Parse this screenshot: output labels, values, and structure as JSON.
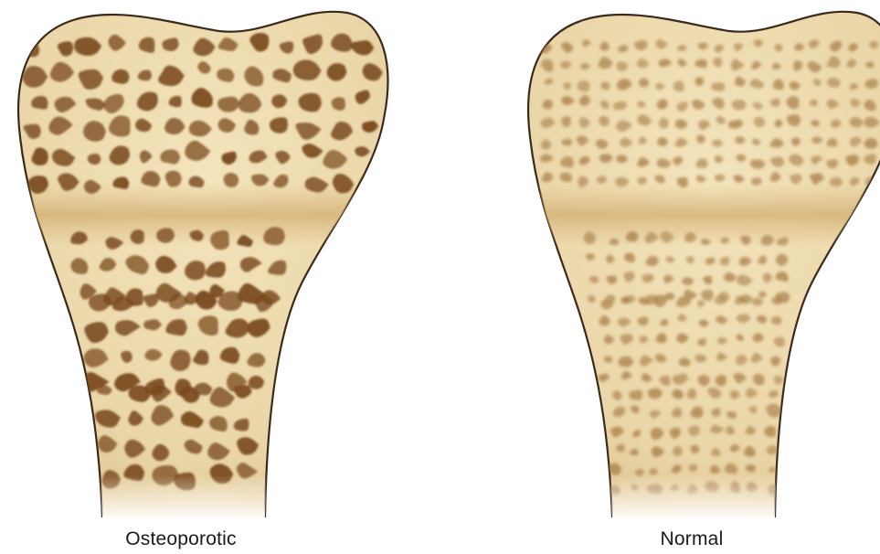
{
  "panels": [
    {
      "label": "Osteoporotic",
      "pore_color": "#7a4a1e",
      "pore_density": "sparse-large",
      "pore_opacity": 0.95
    },
    {
      "label": "Normal",
      "pore_color": "#a77c46",
      "pore_density": "dense-small",
      "pore_opacity": 0.75
    }
  ],
  "colors": {
    "bone_fill": "#ead6a8",
    "bone_edge": "#3b2a1a",
    "growth_plate": "#ddbf86"
  }
}
